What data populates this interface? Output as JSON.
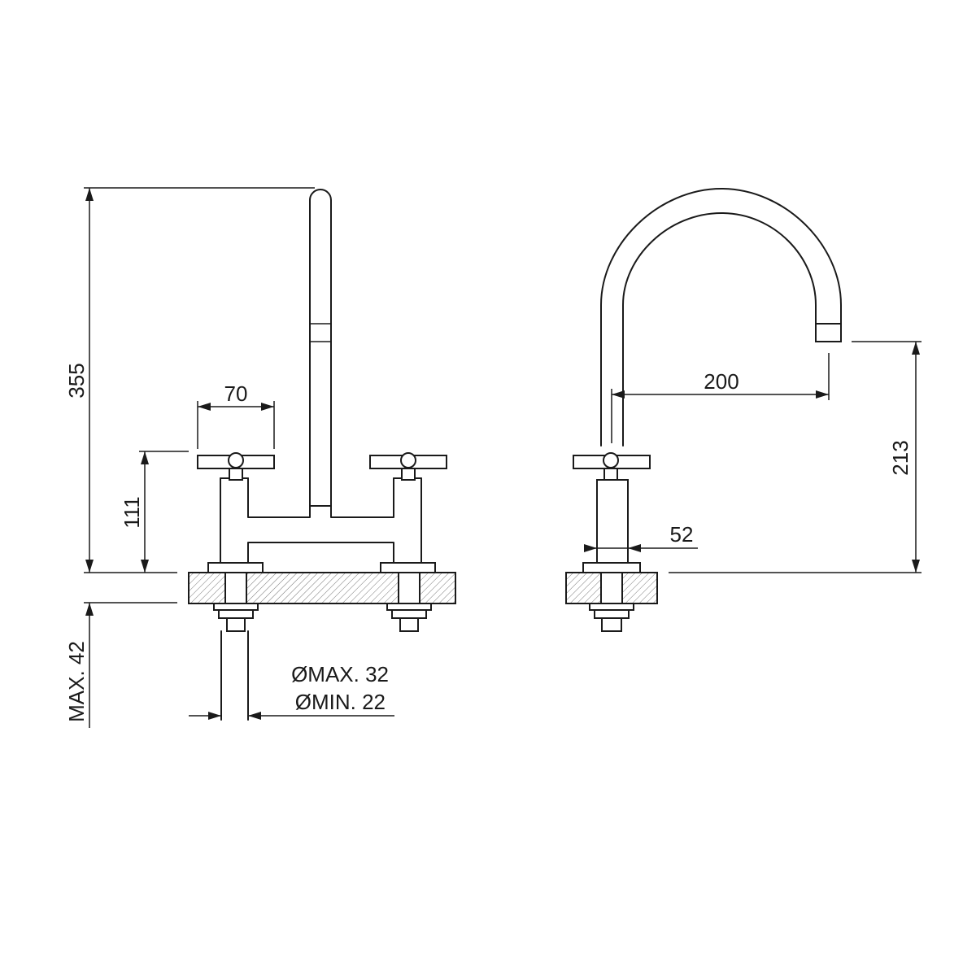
{
  "dimensions": {
    "total_height": "355",
    "handle_height": "111",
    "handle_width": "70",
    "max_thickness": "MAX. 42",
    "hole_max": "ØMAX. 32",
    "hole_min": "ØMIN. 22",
    "spout_reach": "200",
    "spout_height": "213",
    "body_diameter": "52"
  },
  "colors": {
    "line": "#1a1a1a",
    "background": "#ffffff"
  }
}
